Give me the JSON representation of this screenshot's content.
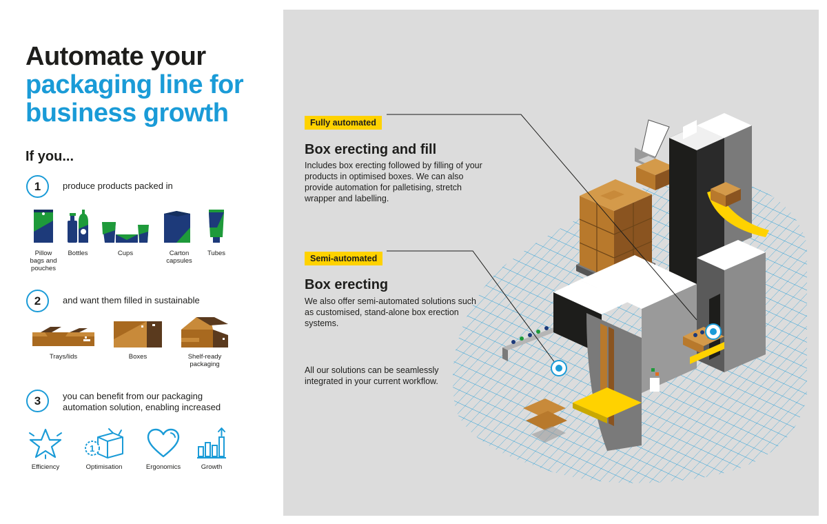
{
  "headline": {
    "line1": "Automate your",
    "line2": "packaging line for",
    "line3": "business growth"
  },
  "intro": "If you...",
  "steps": [
    {
      "number": "1",
      "text": "produce products packed in"
    },
    {
      "number": "2",
      "text": "and want them filled in sustainable"
    },
    {
      "number": "3",
      "text": "you can benefit from our packaging automation solution, enabling increased"
    }
  ],
  "products": [
    {
      "label": "Pillow bags and pouches",
      "icon": "pillow-bag-icon"
    },
    {
      "label": "Bottles",
      "icon": "bottles-icon"
    },
    {
      "label": "Cups",
      "icon": "cups-icon"
    },
    {
      "label": "Carton capsules",
      "icon": "carton-capsules-icon"
    },
    {
      "label": "Tubes",
      "icon": "tubes-icon"
    }
  ],
  "packaging": [
    {
      "label": "Trays/lids",
      "icon": "trays-icon"
    },
    {
      "label": "Boxes",
      "icon": "boxes-icon"
    },
    {
      "label": "Shelf-ready packaging",
      "icon": "shelf-ready-icon"
    }
  ],
  "benefits": [
    {
      "label": "Efficiency",
      "icon": "star-icon"
    },
    {
      "label": "Optimisation",
      "icon": "optimisation-icon"
    },
    {
      "label": "Ergonomics",
      "icon": "heart-icon"
    },
    {
      "label": "Growth",
      "icon": "growth-icon"
    }
  ],
  "sections": [
    {
      "tag": "Fully automated",
      "title": "Box erecting and fill",
      "body": "Includes box erecting followed by filling of your products in optimised boxes. We can also provide automation for palletising, stretch wrapper and labelling."
    },
    {
      "tag": "Semi-automated",
      "title": "Box erecting",
      "body": "We also offer semi-automated solutions such as customised, stand-alone box erection systems."
    }
  ],
  "closing": "All our solutions can be seamlessly integrated in your current workflow.",
  "colors": {
    "accent_blue": "#1a9bd7",
    "brand_green": "#1e9a3a",
    "brand_navy": "#1d3a7a",
    "cardboard": "#b8792c",
    "tag_yellow": "#ffd200",
    "panel_grey": "#dcdcdc"
  }
}
